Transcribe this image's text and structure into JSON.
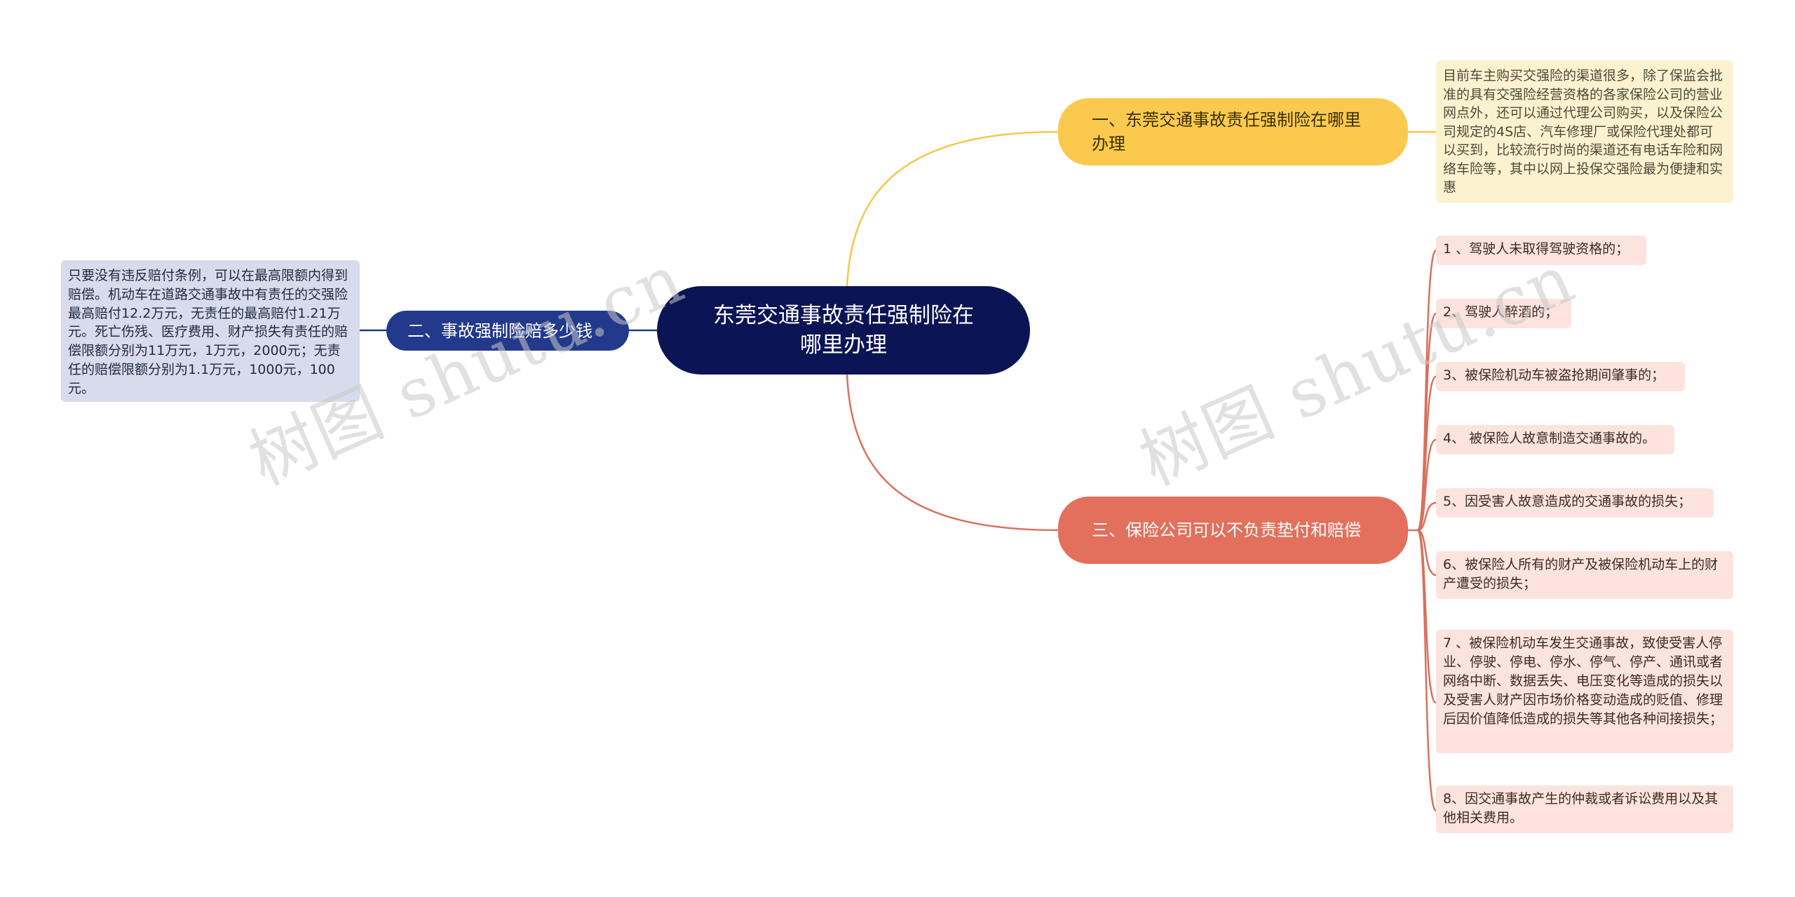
{
  "root": {
    "title": "东莞交通事故责任强制险在哪里办理"
  },
  "branches": {
    "b1": {
      "label": "一、东莞交通事故责任强制险在哪里办理",
      "color": "#fbc94d"
    },
    "b2": {
      "label": "二、事故强制险赔多少钱",
      "color": "#233a8c"
    },
    "b3": {
      "label": "三、保险公司可以不负责垫付和赔偿",
      "color": "#e2705c"
    }
  },
  "leaves": {
    "b1_detail": "目前车主购买交强险的渠道很多，除了保监会批准的具有交强险经营资格的各家保险公司的营业网点外，还可以通过代理公司购买，以及保险公司规定的4S店、汽车修理厂或保险代理处都可以买到，比较流行时尚的渠道还有电话车险和网络车险等，其中以网上投保交强险最为便捷和实惠",
    "b2_detail": "只要没有违反赔付条例，可以在最高限额内得到赔偿。机动车在道路交通事故中有责任的交强险最高赔付12.2万元，无责任的最高赔付1.21万元。死亡伤残、医疗费用、财产损失有责任的赔偿限额分别为11万元，1万元，2000元；无责任的赔偿限额分别为1.1万元，1000元，100元。",
    "b3_items": [
      "1 、驾驶人未取得驾驶资格的；",
      "2、驾驶人醉酒的；",
      "3、被保险机动车被盗抢期间肇事的；",
      "4、 被保险人故意制造交通事故的。",
      "5、因受害人故意造成的交通事故的损失；",
      "6、被保险人所有的财产及被保险机动车上的财产遭受的损失；",
      "7 、被保险机动车发生交通事故，致使受害人停业、停驶、停电、停水、停气、停产、通讯或者网络中断、数据丢失、电压变化等造成的损失以及受害人财产因市场价格变动造成的贬值、修理后因价值降低造成的损失等其他各种间接损失；",
      "8、因交通事故产生的仲裁或者诉讼费用以及其他相关费用。"
    ]
  },
  "watermarks": [
    "树图 shutu.cn",
    "树图 shutu.cn"
  ],
  "colors": {
    "root": "#0b1454",
    "link_yellow": "#f5c84a",
    "link_blue": "#233a8c",
    "link_red": "#d9705d"
  }
}
